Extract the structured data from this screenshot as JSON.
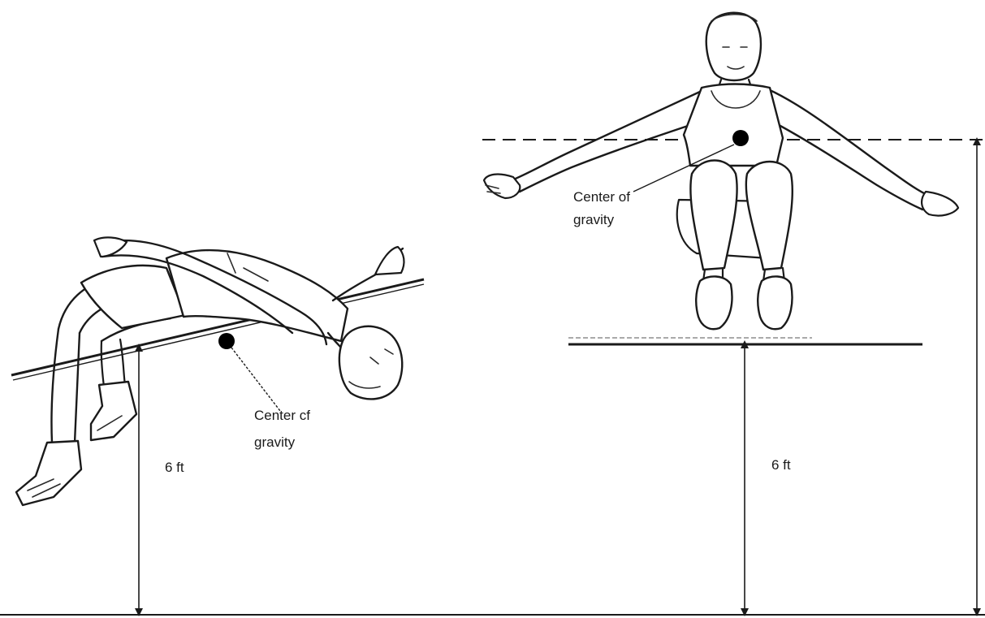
{
  "left_figure": {
    "cog_label_line1": "Center cf",
    "cog_label_line2": "gravity",
    "height_label": "6 ft"
  },
  "right_figure": {
    "cog_label_line1": "Center of",
    "cog_label_line2": "gravity",
    "height_label": "6 ft"
  },
  "colors": {
    "ink": "#1a1a1a",
    "background": "#ffffff"
  }
}
